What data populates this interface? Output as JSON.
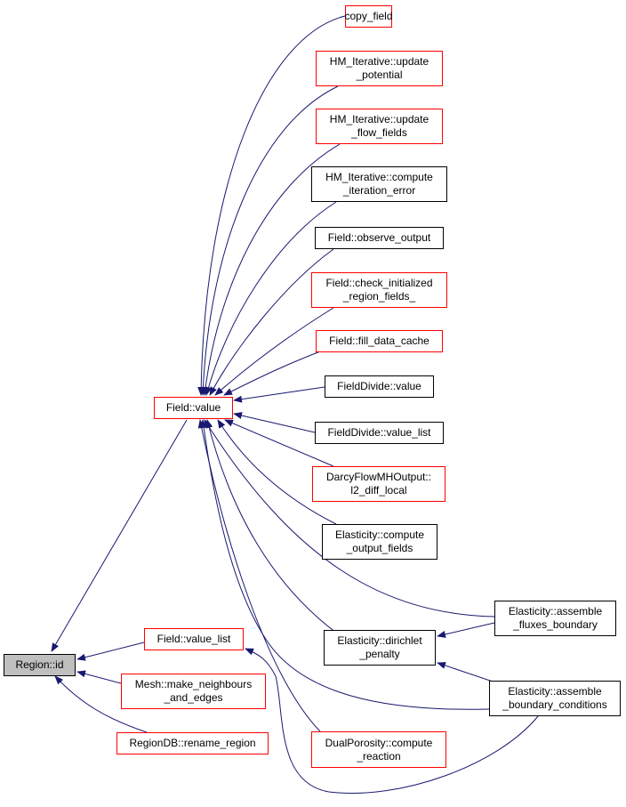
{
  "colors": {
    "edge": "#191970",
    "node_border_default": "#000000",
    "node_border_truncated": "#ff0000",
    "root_fill": "#bfbfbf"
  },
  "nodes": {
    "region_id": {
      "lines": [
        "Region::id"
      ]
    },
    "field_value": {
      "lines": [
        "Field::value"
      ]
    },
    "field_value_list": {
      "lines": [
        "Field::value_list"
      ]
    },
    "mesh_make": {
      "lines": [
        "Mesh::make_neighbours",
        "_and_edges"
      ]
    },
    "regiondb_rename": {
      "lines": [
        "RegionDB::rename_region"
      ]
    },
    "copy_field": {
      "lines": [
        "copy_field"
      ]
    },
    "hm_update_potential": {
      "lines": [
        "HM_Iterative::update",
        "_potential"
      ]
    },
    "hm_update_flow": {
      "lines": [
        "HM_Iterative::update",
        "_flow_fields"
      ]
    },
    "hm_compute_error": {
      "lines": [
        "HM_Iterative::compute",
        "_iteration_error"
      ]
    },
    "observe_output": {
      "lines": [
        "Field::observe_output"
      ]
    },
    "check_initialized": {
      "lines": [
        "Field::check_initialized",
        "_region_fields_"
      ]
    },
    "fill_data_cache": {
      "lines": [
        "Field::fill_data_cache"
      ]
    },
    "fielddivide_value": {
      "lines": [
        "FieldDivide::value"
      ]
    },
    "fielddivide_value_list": {
      "lines": [
        "FieldDivide::value_list"
      ]
    },
    "darcy_l2": {
      "lines": [
        "DarcyFlowMHOutput::",
        "l2_diff_local"
      ]
    },
    "elasticity_output": {
      "lines": [
        "Elasticity::compute",
        "_output_fields"
      ]
    },
    "elasticity_fluxes": {
      "lines": [
        "Elasticity::assemble",
        "_fluxes_boundary"
      ]
    },
    "elasticity_dirichlet": {
      "lines": [
        "Elasticity::dirichlet",
        "_penalty"
      ]
    },
    "elasticity_bc": {
      "lines": [
        "Elasticity::assemble",
        "_boundary_conditions"
      ]
    },
    "dualporosity": {
      "lines": [
        "DualPorosity::compute",
        "_reaction"
      ]
    }
  }
}
